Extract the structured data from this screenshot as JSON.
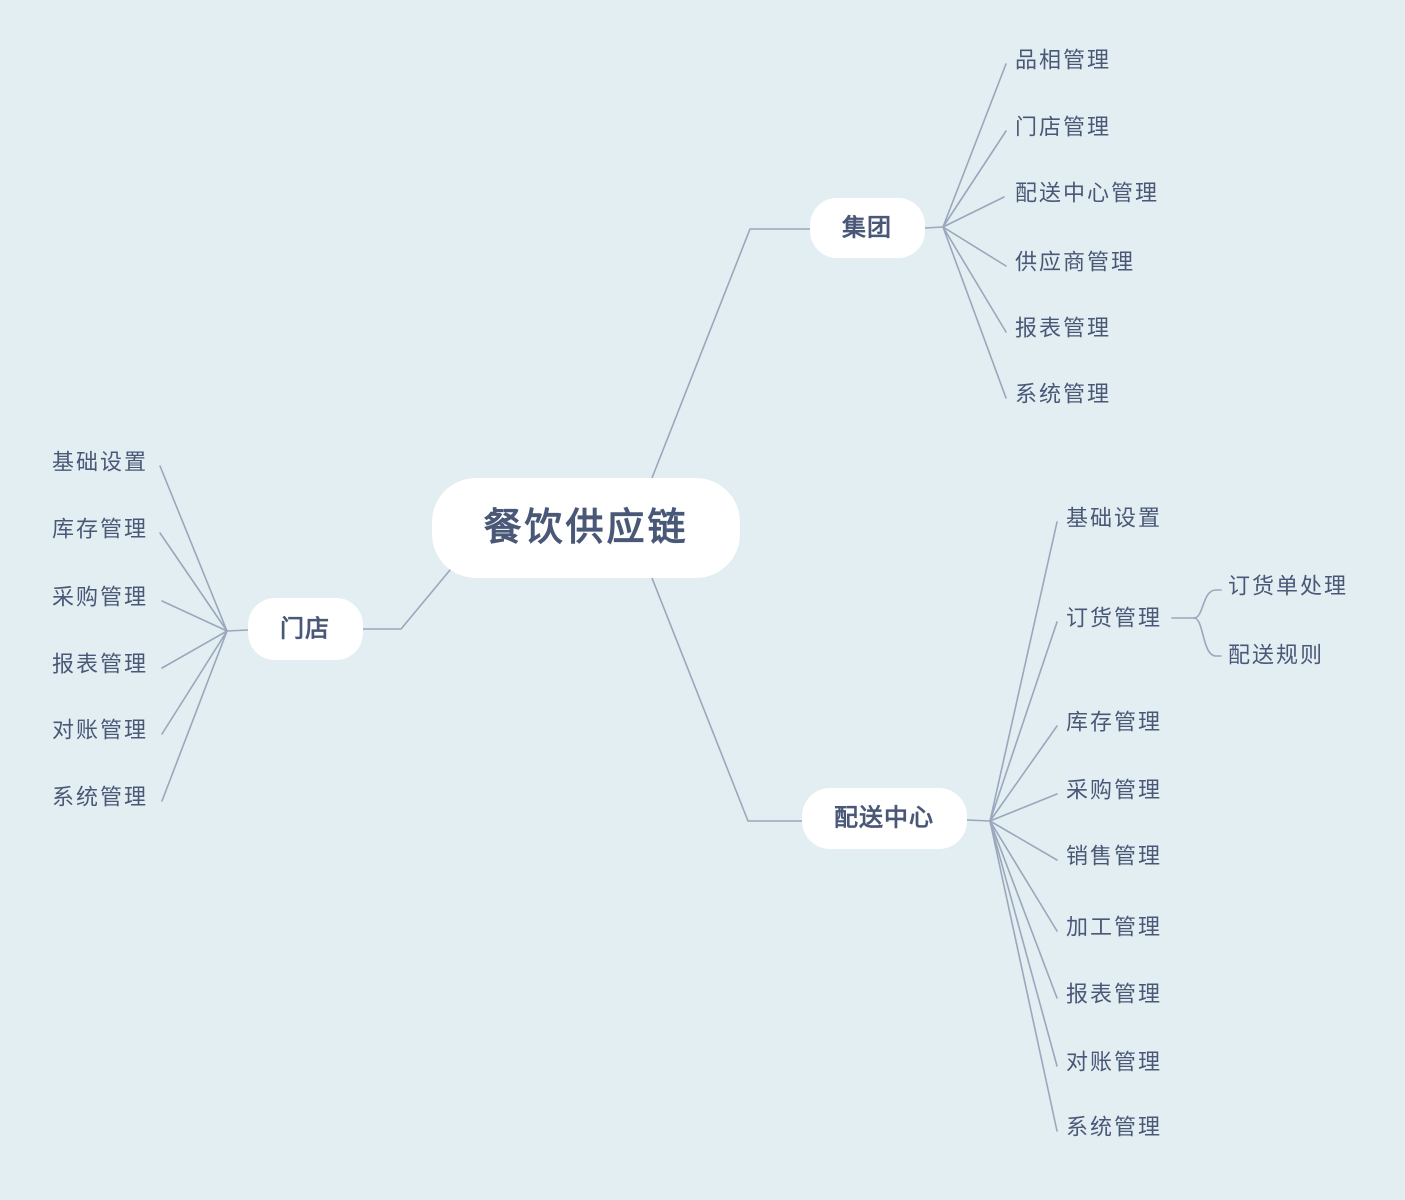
{
  "root": {
    "label": "餐饮供应链"
  },
  "branches": [
    {
      "label": "集团",
      "children": [
        "品相管理",
        "门店管理",
        "配送中心管理",
        "供应商管理",
        "报表管理",
        "系统管理"
      ]
    },
    {
      "label": "门店",
      "children": [
        "基础设置",
        "库存管理",
        "采购管理",
        "报表管理",
        "对账管理",
        "系统管理"
      ]
    },
    {
      "label": "配送中心",
      "children": [
        "基础设置",
        "订货管理",
        "库存管理",
        "采购管理",
        "销售管理",
        "加工管理",
        "报表管理",
        "对账管理",
        "系统管理"
      ],
      "order_mgmt_children": [
        "订货单处理",
        "配送规则"
      ]
    }
  ],
  "colors": {
    "background": "#e2eef1",
    "node_fill": "#ffffff",
    "text": "#4a5878",
    "line": "#9aa7bc"
  }
}
